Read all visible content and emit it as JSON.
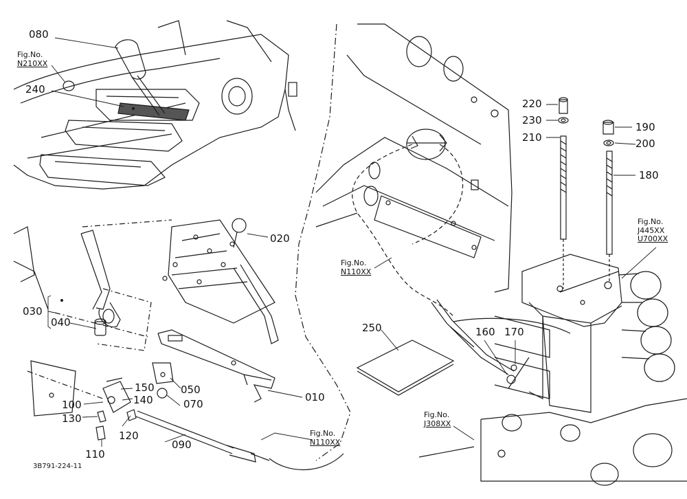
{
  "part_labels": {
    "p080": "080",
    "p240": "240",
    "p020": "020",
    "p030": "030",
    "p040": "040",
    "p050": "050",
    "p070": "070",
    "p010": "010",
    "p150": "150",
    "p140": "140",
    "p100": "100",
    "p130": "130",
    "p120": "120",
    "p110": "110",
    "p090": "090",
    "p250": "250",
    "p160": "160",
    "p170": "170",
    "p220": "220",
    "p230": "230",
    "p210": "210",
    "p190": "190",
    "p200": "200",
    "p180": "180"
  },
  "figure_refs": {
    "n210": {
      "prefix": "Fig.No.",
      "code": "N210XX"
    },
    "n110_right": {
      "prefix": "Fig.No.",
      "code": "N110XX"
    },
    "n110_bottom": {
      "prefix": "Fig.No.",
      "code": "N110XX"
    },
    "j445": {
      "prefix": "Fig.No.",
      "code1": "J445XX",
      "code2": "U700XX"
    },
    "j308": {
      "prefix": "Fig.No.",
      "code": "J308XX"
    }
  },
  "drawing_code": "3B791-224-11"
}
